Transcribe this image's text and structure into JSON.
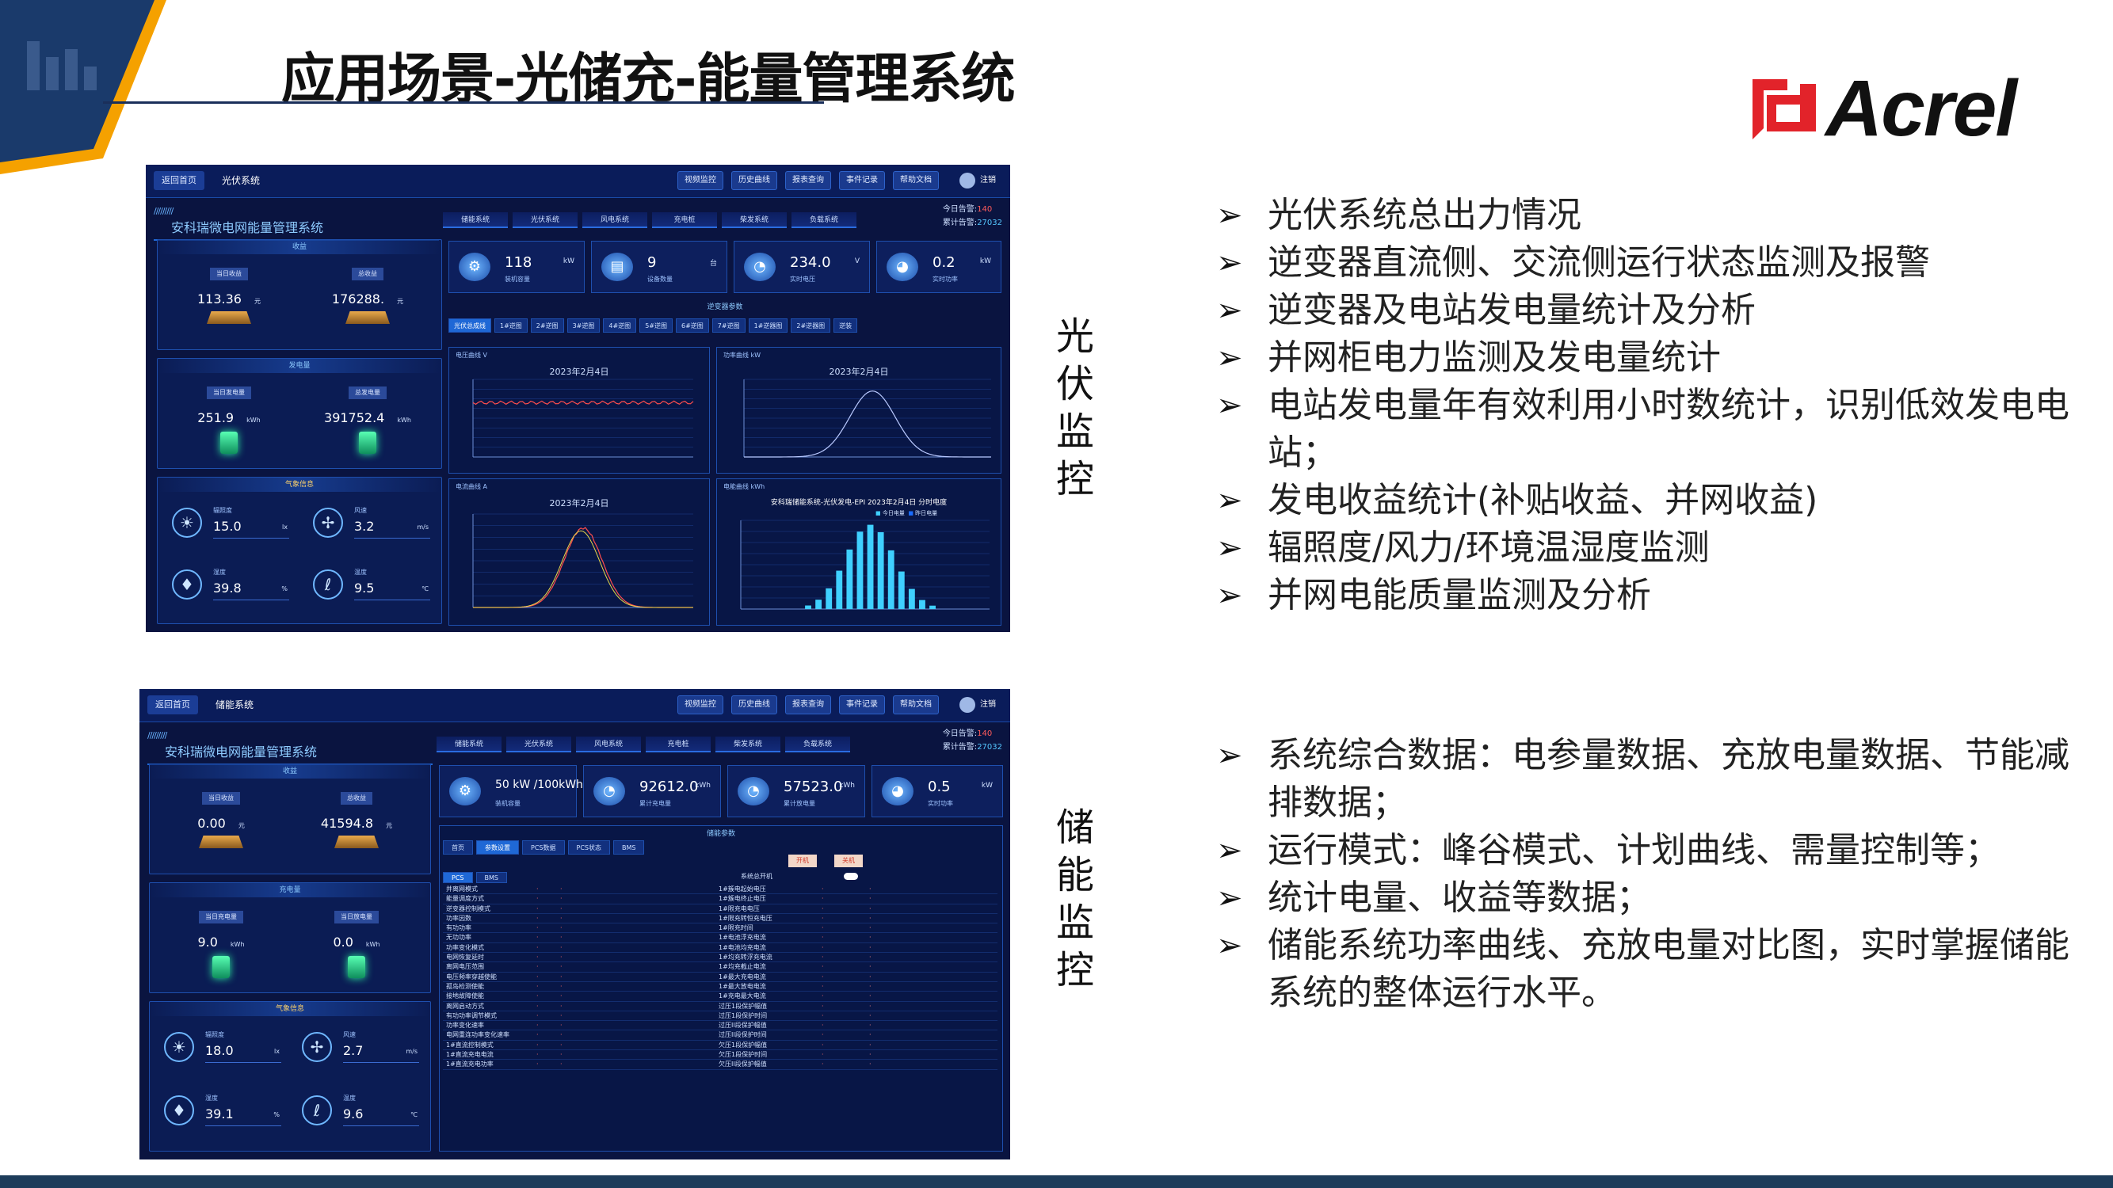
{
  "title": "应用场景-光储充-能量管理系统",
  "logo": {
    "text": "Acrel"
  },
  "colors": {
    "navy": "#1a2f5a",
    "orange": "#f5a100",
    "logo_red": "#e2232a",
    "dash_bg": "#0a1440"
  },
  "pv": {
    "vlabel": [
      "光",
      "伏",
      "监",
      "控"
    ],
    "bullets": [
      "光伏系统总出力情况",
      "逆变器直流侧、交流侧运行状态监测及报警",
      "逆变器及电站发电量统计及分析",
      "并网柜电力监测及发电量统计",
      "电站发电量年有效利用小时数统计，识别低效发电电站；",
      "发电收益统计(补贴收益、并网收益)",
      "辐照度/风力/环境温湿度监测",
      "并网电能质量监测及分析"
    ],
    "dash": {
      "back": "返回首页",
      "sys": "光伏系统",
      "buttons": [
        "视频监控",
        "历史曲线",
        "报表查询",
        "事件记录",
        "帮助文档"
      ],
      "user": "注销",
      "name": "安科瑞微电网能量管理系统",
      "navtabs": [
        "储能系统",
        "光伏系统",
        "风电系统",
        "充电桩",
        "柴发系统",
        "负载系统"
      ],
      "alarm_label": "今日告警:",
      "alarm_value": "140",
      "alarm_total_label": "累计告警:",
      "alarm_total": "27032",
      "income": {
        "title": "收益",
        "today_label": "当日收益",
        "today": "113.36",
        "total_label": "总收益",
        "total": "176288.",
        "unit": "元"
      },
      "energy": {
        "title": "发电量",
        "today_label": "当日发电量",
        "today": "251.9",
        "total_label": "总发电量",
        "total": "391752.4",
        "unit": "kWh"
      },
      "weather": {
        "title": "气象信息",
        "items": [
          {
            "label": "辐照度",
            "value": "15.0",
            "unit": "lx",
            "icon": "sun-icon"
          },
          {
            "label": "风速",
            "value": "3.2",
            "unit": "m/s",
            "icon": "fan-icon"
          },
          {
            "label": "湿度",
            "value": "39.8",
            "unit": "%",
            "icon": "droplet-icon"
          },
          {
            "label": "温度",
            "value": "9.5",
            "unit": "℃",
            "icon": "thermometer-icon"
          }
        ]
      },
      "stats": [
        {
          "value": "118",
          "unit": "kW",
          "label": "装机容量"
        },
        {
          "value": "9",
          "unit": "台",
          "label": "设备数量"
        },
        {
          "value": "234.0",
          "unit": "V",
          "label": "实时电压"
        },
        {
          "value": "0.2",
          "unit": "kW",
          "label": "实时功率"
        }
      ],
      "inverter_title": "逆变器参数",
      "subtabs": [
        "光伏总成线",
        "1#逆图",
        "2#逆图",
        "3#逆图",
        "4#逆图",
        "5#逆图",
        "6#逆图",
        "7#逆图",
        "1#逆器图",
        "2#逆器图",
        "逆装"
      ],
      "charts": [
        {
          "title": "电压曲线  V",
          "date": "2023年2月4日"
        },
        {
          "title": "功率曲线  kW",
          "date": "2023年2月4日"
        },
        {
          "title": "电流曲线  A",
          "date": "2023年2月4日"
        },
        {
          "title": "电能曲线  kWh",
          "date": "安科瑞储能系统-光伏发电-EPI  2023年2月4日  分时电度",
          "legend": [
            "今日电量",
            "昨日电量"
          ]
        }
      ]
    }
  },
  "es": {
    "vlabel": [
      "储",
      "能",
      "监",
      "控"
    ],
    "bullets": [
      "系统综合数据：电参量数据、充放电量数据、节能减排数据；",
      "运行模式：峰谷模式、计划曲线、需量控制等；",
      "统计电量、收益等数据；",
      "储能系统功率曲线、充放电量对比图，实时掌握储能系统的整体运行水平。"
    ],
    "dash": {
      "back": "返回首页",
      "sys": "储能系统",
      "buttons": [
        "视频监控",
        "历史曲线",
        "报表查询",
        "事件记录",
        "帮助文档"
      ],
      "user": "注销",
      "name": "安科瑞微电网能量管理系统",
      "navtabs": [
        "储能系统",
        "光伏系统",
        "风电系统",
        "充电桩",
        "柴发系统",
        "负载系统"
      ],
      "alarm_label": "今日告警:",
      "alarm_value": "140",
      "alarm_total_label": "累计告警:",
      "alarm_total": "27032",
      "income": {
        "title": "收益",
        "today_label": "当日收益",
        "today": "0.00",
        "total_label": "总收益",
        "total": "41594.8",
        "unit": "元"
      },
      "energy": {
        "title": "充电量",
        "today_label": "当日充电量",
        "today": "9.0",
        "total_label": "当日放电量",
        "total": "0.0",
        "unit": "kWh"
      },
      "weather": {
        "title": "气象信息",
        "items": [
          {
            "label": "辐照度",
            "value": "18.0",
            "unit": "lx",
            "icon": "sun-icon"
          },
          {
            "label": "风速",
            "value": "2.7",
            "unit": "m/s",
            "icon": "fan-icon"
          },
          {
            "label": "湿度",
            "value": "39.1",
            "unit": "%",
            "icon": "droplet-icon"
          },
          {
            "label": "温度",
            "value": "9.6",
            "unit": "℃",
            "icon": "thermometer-icon"
          }
        ]
      },
      "stats": [
        {
          "value": "50 kW /100kWh",
          "unit": "",
          "label": "装机容量"
        },
        {
          "value": "92612.0",
          "unit": "kWh",
          "label": "累计充电量"
        },
        {
          "value": "57523.0",
          "unit": "kWh",
          "label": "累计放电量"
        },
        {
          "value": "0.5",
          "unit": "kW",
          "label": "实时功率"
        }
      ],
      "param_title": "储能参数",
      "subtabs": [
        "首页",
        "参数设置",
        "PCS数据",
        "PCS状态",
        "BMS"
      ],
      "btn_on": "开机",
      "btn_off": "关机",
      "subtabs2": [
        "PCS",
        "BMS"
      ],
      "sys_switch": "系统总开机",
      "left_rows": [
        "并离网模式",
        "能量调度方式",
        "逆变器控制模式",
        "功率因数",
        "有功功率",
        "无功功率",
        "功率变化模式",
        "电网恢复延时",
        "离网电压范围",
        "电压频率穿越使能",
        "孤岛检测使能",
        "接地故障使能",
        "离网启动方式",
        "有功功率调节模式",
        "功率变化速率",
        "电网重连功率变化速率",
        "1#直流控制模式",
        "1#直流充电电流",
        "1#直流充电功率"
      ],
      "right_rows": [
        "1#簇电起始电压",
        "1#簇电终止电压",
        "1#限充电电压",
        "1#限充转恒充电压",
        "1#限充时间",
        "1#电池浮充电流",
        "1#电池均充电流",
        "1#均充转浮充电流",
        "1#均充截止电流",
        "1#最大充电电流",
        "1#最大放电电流",
        "1#充电最大电流",
        "过压1段保护幅值",
        "过压1段保护时间",
        "过压II段保护幅值",
        "过压II段保护时间",
        "欠压1段保护幅值",
        "欠压1段保护时间",
        "欠压II段保护幅值"
      ]
    }
  }
}
